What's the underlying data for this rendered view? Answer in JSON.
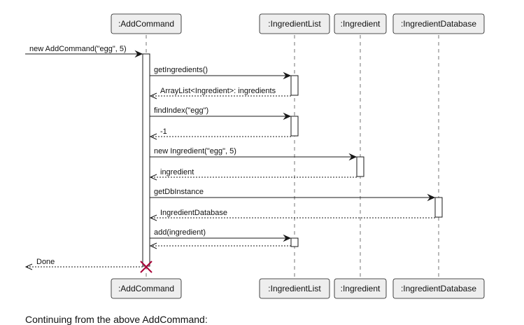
{
  "diagram": {
    "type": "sequence",
    "participants": [
      {
        "id": "addcommand",
        "label": ":AddCommand"
      },
      {
        "id": "ingredientlist",
        "label": ":IngredientList"
      },
      {
        "id": "ingredient",
        "label": ":Ingredient"
      },
      {
        "id": "ingredientdatabase",
        "label": ":IngredientDatabase"
      }
    ],
    "messages": [
      {
        "from": "caller",
        "to": "addcommand",
        "label": "new AddCommand(\"egg\", 5)",
        "kind": "call"
      },
      {
        "from": "addcommand",
        "to": "ingredientlist",
        "label": "getIngredients()",
        "kind": "call"
      },
      {
        "from": "ingredientlist",
        "to": "addcommand",
        "label": "ArrayList<Ingredient>: ingredients",
        "kind": "return"
      },
      {
        "from": "addcommand",
        "to": "ingredientlist",
        "label": "findIndex(\"egg\")",
        "kind": "call"
      },
      {
        "from": "ingredientlist",
        "to": "addcommand",
        "label": "-1",
        "kind": "return"
      },
      {
        "from": "addcommand",
        "to": "ingredient",
        "label": "new Ingredient(\"egg\", 5)",
        "kind": "call"
      },
      {
        "from": "ingredient",
        "to": "addcommand",
        "label": "ingredient",
        "kind": "return"
      },
      {
        "from": "addcommand",
        "to": "ingredientdatabase",
        "label": "getDbInstance",
        "kind": "call"
      },
      {
        "from": "ingredientdatabase",
        "to": "addcommand",
        "label": "IngredientDatabase",
        "kind": "return"
      },
      {
        "from": "addcommand",
        "to": "ingredientlist",
        "label": "add(ingredient)",
        "kind": "call"
      },
      {
        "from": "ingredientlist",
        "to": "addcommand",
        "label": "",
        "kind": "return"
      },
      {
        "from": "addcommand",
        "to": "caller",
        "label": "Done",
        "kind": "return"
      }
    ],
    "destroyed": "addcommand"
  },
  "continuation_text": "Continuing from the above AddCommand:"
}
